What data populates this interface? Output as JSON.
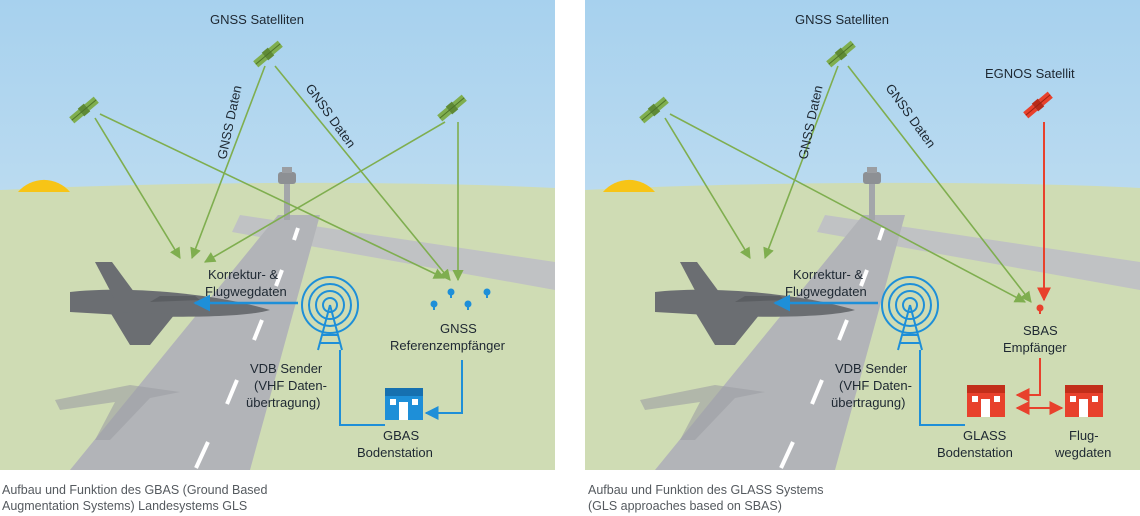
{
  "colors": {
    "sky_top": "#a9d2ee",
    "sky_bottom": "#d4e8f3",
    "ground": "#cfdcb4",
    "runway": "#b2b4b8",
    "signal_green": "#7fae4f",
    "link_blue": "#1e8fd8",
    "egnos_red": "#e8412c",
    "sun": "#f7c416",
    "aircraft": "#6b6e72"
  },
  "left_panel": {
    "gnss_satellites_label": "GNSS Satelliten",
    "gnss_data_label_1": "GNSS Daten",
    "gnss_data_label_2": "GNSS Daten",
    "correction_label_line1": "Korrektur- &",
    "correction_label_line2": "Flugwegdaten",
    "vdb_label_line1": "VDB Sender",
    "vdb_label_line2": "(VHF Daten-",
    "vdb_label_line3": "übertragung)",
    "receivers_label_line1": "GNSS",
    "receivers_label_line2": "Referenzempfänger",
    "station_label_line1": "GBAS",
    "station_label_line2": "Bodenstation",
    "caption_line1": "Aufbau und Funktion des GBAS (Ground Based",
    "caption_line2": "Augmentation Systems) Landesystems GLS"
  },
  "right_panel": {
    "gnss_satellites_label": "GNSS Satelliten",
    "egnos_label": "EGNOS Satellit",
    "gnss_data_label_1": "GNSS Daten",
    "gnss_data_label_2": "GNSS Daten",
    "correction_label_line1": "Korrektur- &",
    "correction_label_line2": "Flugwegdaten",
    "vdb_label_line1": "VDB Sender",
    "vdb_label_line2": "(VHF Daten-",
    "vdb_label_line3": "übertragung)",
    "sbas_label_line1": "SBAS",
    "sbas_label_line2": "Empfänger",
    "station_label_line1": "GLASS",
    "station_label_line2": "Bodenstation",
    "flight_data_label_line1": "Flug-",
    "flight_data_label_line2": "wegdaten",
    "caption_line1": "Aufbau und Funktion des GLASS Systems",
    "caption_line2": "(GLS approaches based on SBAS)"
  }
}
